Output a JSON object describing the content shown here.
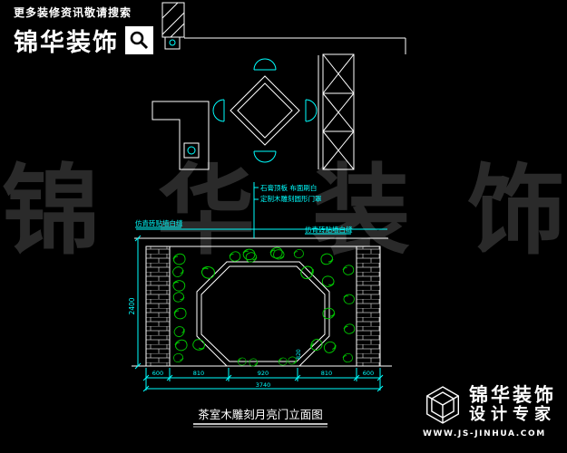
{
  "header": {
    "tagline": "更多装修资讯敬请搜索",
    "brand": "锦华装饰"
  },
  "watermark": {
    "chars": [
      "锦",
      "华",
      "装",
      "饰"
    ]
  },
  "elevation": {
    "label_ceiling": "石膏顶板 布面刷白",
    "label_gate": "定制木雕刻圆形门罩",
    "label_brick_left": "仿青砖贴墙白缝",
    "label_brick_right": "仿青砖贴墙白缝",
    "dim_height": "2400",
    "dim_segments": [
      "600",
      "810",
      "920",
      "810",
      "600"
    ],
    "dim_total": "3740",
    "dim_small": "820",
    "title": "茶室木雕刻月亮门立面图"
  },
  "footer": {
    "brand": "锦华装饰",
    "sub": "设计专家",
    "url": "WWW.JS-JINHUA.COM"
  },
  "colors": {
    "line_cyan": "#00ffff",
    "line_white": "#ffffff",
    "decor_green": "#00c400",
    "watermark_gray": "#2a2a2a",
    "background": "#000000"
  }
}
